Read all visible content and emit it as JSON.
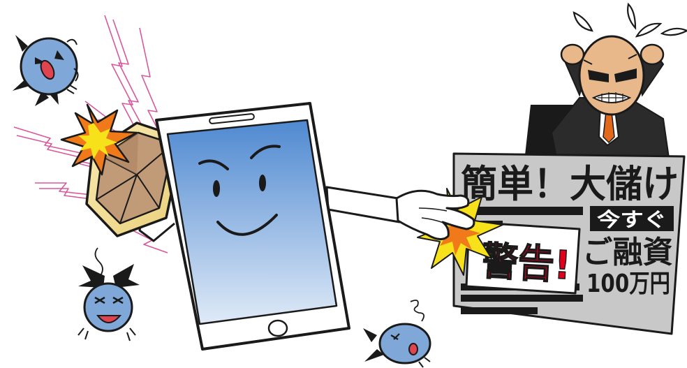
{
  "ad_sign": {
    "headline": "簡単！大儲け",
    "badge": "今すぐ",
    "offer_line1": "ご融資",
    "offer_line2": "100万円"
  },
  "warning": {
    "label": "警告!"
  },
  "colors": {
    "phone_screen_top": "#5b93d6",
    "phone_screen_bottom": "#d9e8f7",
    "devil_blue": "#7fa8d8",
    "devil_wing": "#1a1a1a",
    "shield_rim": "#f4e3a1",
    "shield_face": "#c19a77",
    "spark_yellow": "#f6e11a",
    "spark_orange": "#f07a1a",
    "sign_gray": "#c8c8c8",
    "warning_red": "#e0001b",
    "tie_orange": "#e2681c",
    "lightning_pink": "#d8589a"
  }
}
